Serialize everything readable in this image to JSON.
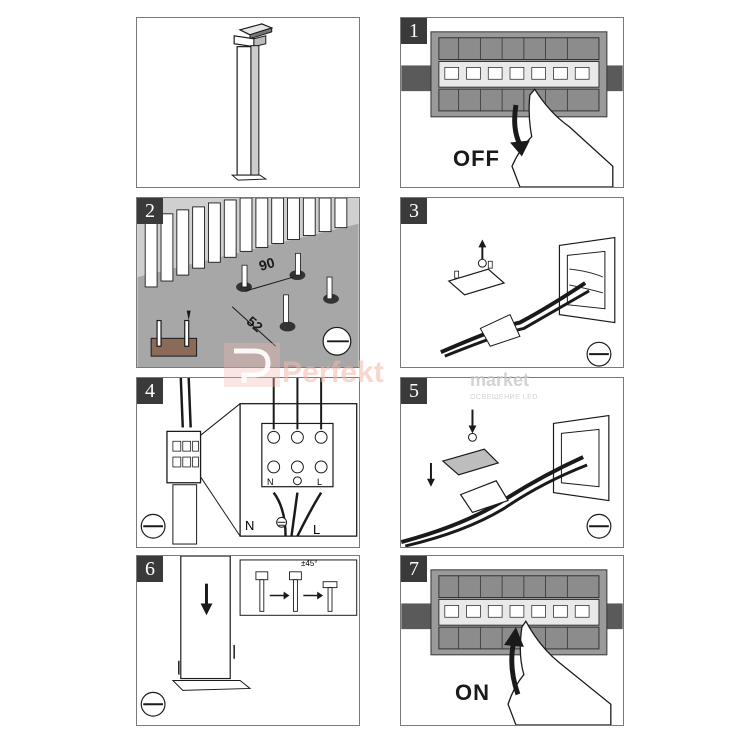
{
  "steps": [
    "1",
    "2",
    "3",
    "4",
    "5",
    "6",
    "7"
  ],
  "step1": {
    "label": "OFF"
  },
  "step2": {
    "dim_top": "90",
    "dim_side": "52"
  },
  "step4": {
    "terminal_n": "N",
    "terminal_l": "L",
    "wire_n": "N",
    "wire_l": "L"
  },
  "step6": {
    "angle": "±45°"
  },
  "step7": {
    "label": "ON"
  },
  "watermark": {
    "brand": "Perfekt",
    "market": "market",
    "tagline": "ОСВЕЩЕНИЕ LED"
  },
  "colors": {
    "ink": "#1a1a1a",
    "shade": "#8c8c8c",
    "dark_shade": "#5a5a5a",
    "watermark": "#f2b8ab"
  }
}
